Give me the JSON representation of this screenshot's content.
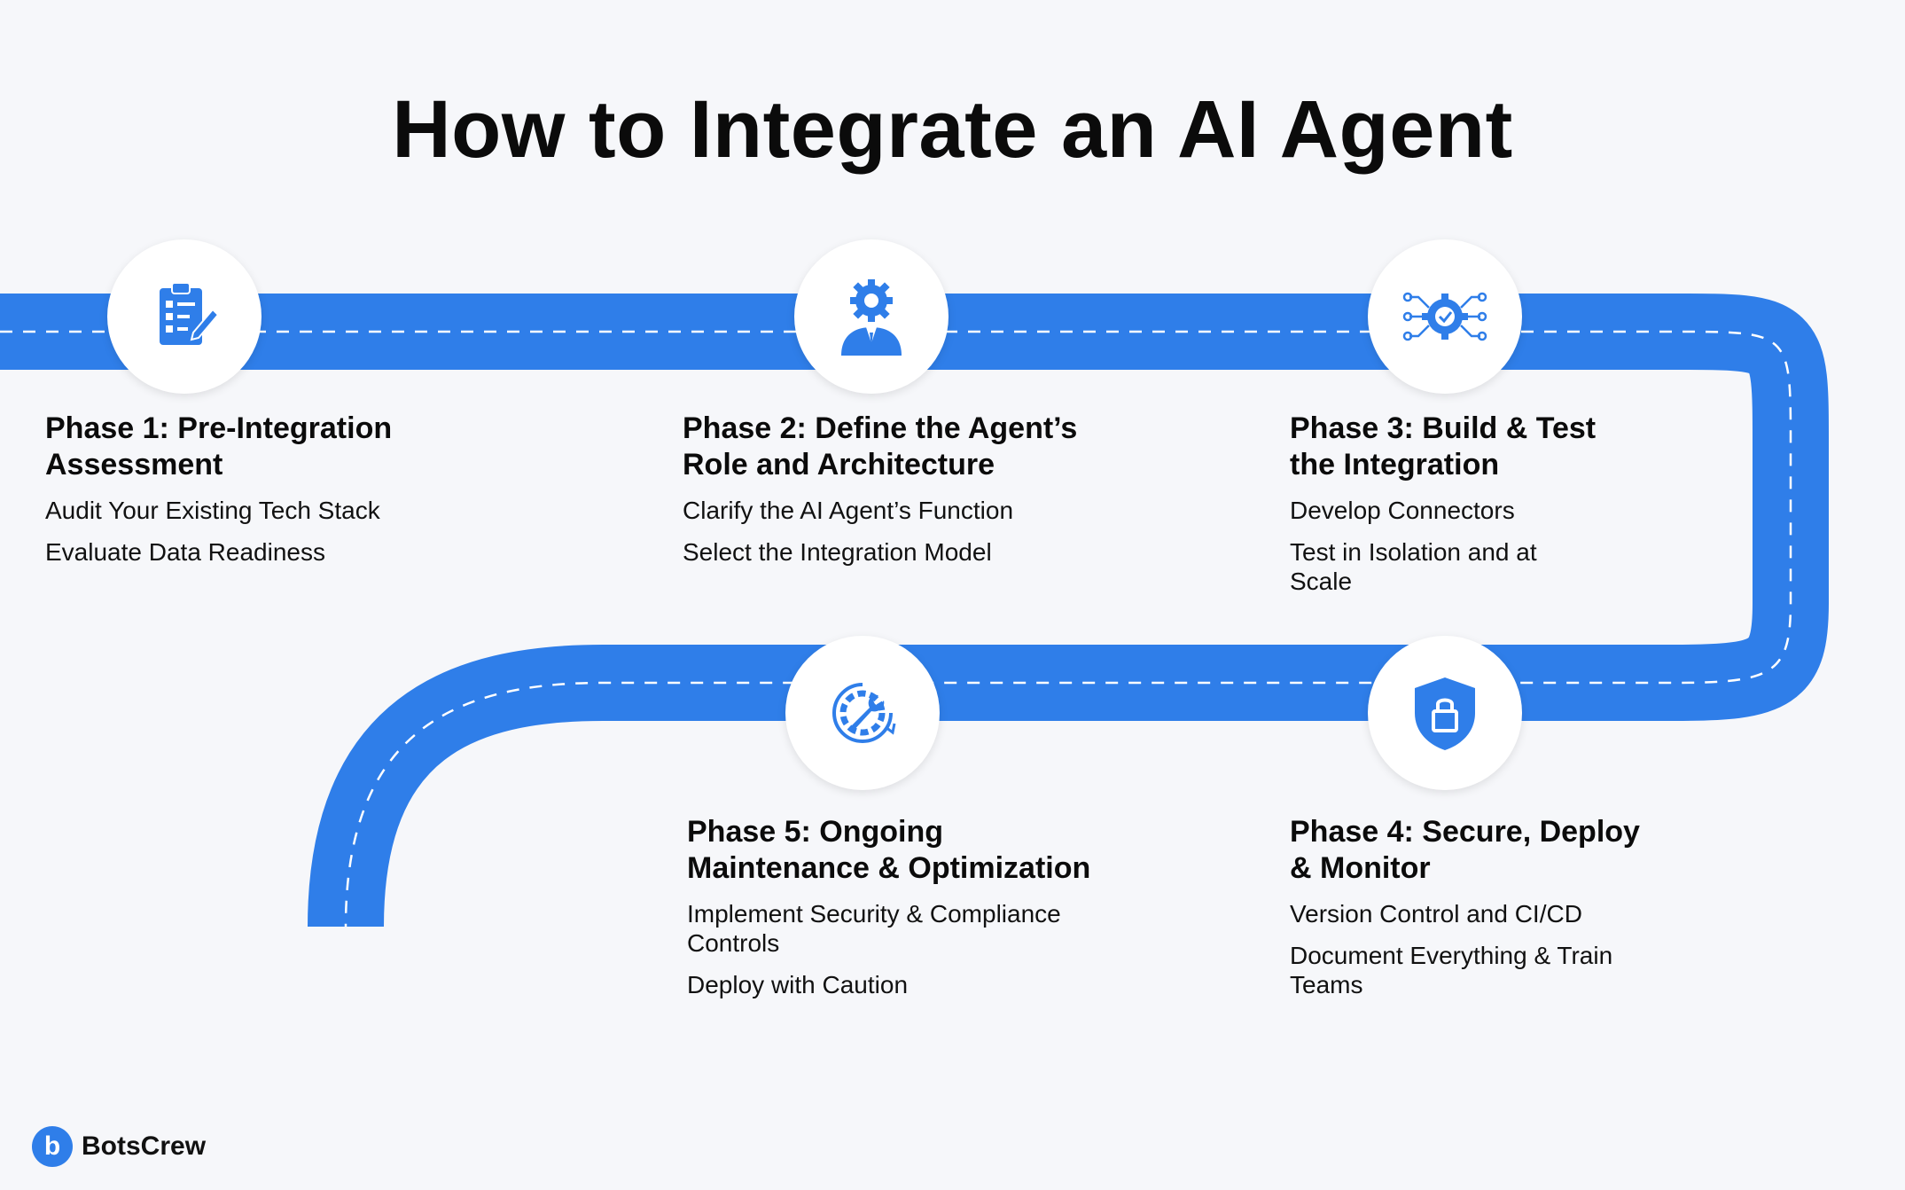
{
  "title": "How to Integrate an AI Agent",
  "colors": {
    "accent": "#2f7ee9",
    "background": "#f6f7fa",
    "text": "#0b0b0b"
  },
  "phases": [
    {
      "title_line1": "Phase 1: Pre-Integration",
      "title_line2": "Assessment",
      "items": [
        "Audit Your Existing Tech Stack",
        "Evaluate Data Readiness"
      ],
      "icon": "checklist-icon"
    },
    {
      "title_line1": "Phase 2: Define the Agent’s",
      "title_line2": "Role and Architecture",
      "items": [
        "Clarify the AI Agent’s Function",
        "Select the Integration Model"
      ],
      "icon": "person-gear-icon"
    },
    {
      "title_line1": "Phase 3: Build & Test",
      "title_line2": "the Integration",
      "items": [
        "Develop Connectors",
        "Test in Isolation and at",
        "Scale"
      ],
      "icon": "gear-network-icon"
    },
    {
      "title_line1": "Phase 4: Secure, Deploy",
      "title_line2": "& Monitor",
      "items": [
        "Version Control and CI/CD",
        "Document Everything & Train",
        "Teams"
      ],
      "icon": "shield-lock-icon"
    },
    {
      "title_line1": "Phase 5: Ongoing",
      "title_line2": "Maintenance & Optimization",
      "items": [
        "Implement Security & Compliance",
        "Controls",
        "Deploy with Caution"
      ],
      "icon": "wrench-gear-icon"
    }
  ],
  "brand": {
    "mark": "b",
    "name": "BotsCrew"
  }
}
